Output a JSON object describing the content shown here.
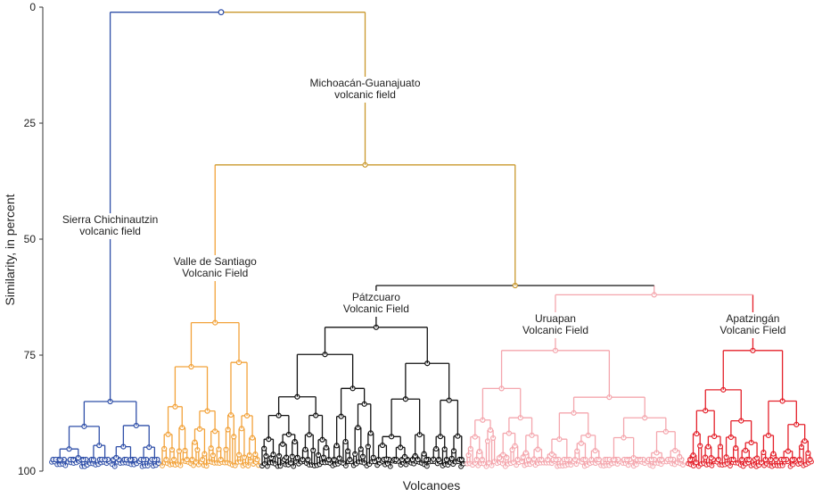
{
  "chart_data": {
    "type": "dendrogram",
    "ylabel": "Similarity, in percent",
    "xlabel": "Volcanoes",
    "y_axis": {
      "ticks": [
        "0",
        "25",
        "50",
        "75",
        "100"
      ],
      "range": [
        0,
        100
      ],
      "inverted": true
    },
    "root_similarity": 1,
    "michoacan_similarity": 34,
    "south_similarity": 60,
    "uruapan_apatzingan_similarity": 62,
    "clusters": [
      {
        "key": "sierra",
        "label_lines": [
          "Sierra Chichinautzin",
          "volcanic field"
        ],
        "color": "#2f4fa8",
        "top_similarity": 85,
        "leaf_count": 40
      },
      {
        "key": "valle",
        "label_lines": [
          "Valle de Santiago",
          "Volcanic Field"
        ],
        "color": "#f2a23a",
        "top_similarity": 68,
        "leaf_count": 38
      },
      {
        "key": "patzcuaro",
        "label_lines": [
          "Pátzcuaro",
          "Volcanic Field"
        ],
        "color": "#111111",
        "top_similarity": 69,
        "leaf_count": 78
      },
      {
        "key": "uruapan",
        "label_lines": [
          "Uruapan",
          "Volcanic Field"
        ],
        "color": "#f4a6ad",
        "top_similarity": 74,
        "leaf_count": 80
      },
      {
        "key": "apatzingan",
        "label_lines": [
          "Apatzingán",
          "Volcanic Field"
        ],
        "color": "#e4202a",
        "top_similarity": 74,
        "leaf_count": 48
      }
    ],
    "group_labels": {
      "michoacan": [
        "Michoacán-Guanajuato",
        "volcanic field"
      ]
    },
    "colors": {
      "michoacan": "#c9982c",
      "valle_link": "#f2a23a",
      "south_link": "#c9982c",
      "patzcuaro_link": "#111111",
      "uruapan_apatzingan_link": "#f4a6ad"
    }
  }
}
